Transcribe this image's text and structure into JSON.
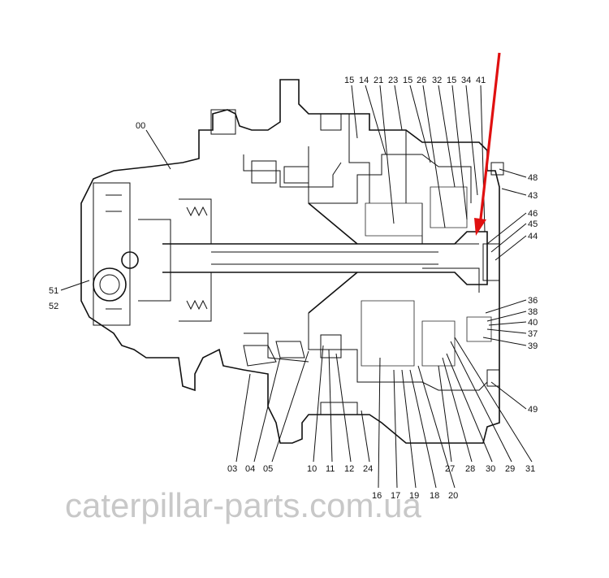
{
  "watermark": "caterpillar-parts.com.ua",
  "callouts": {
    "top": [
      "15",
      "14",
      "21",
      "23",
      "15",
      "26",
      "32",
      "15",
      "34",
      "41"
    ],
    "right": [
      "48",
      "43",
      "46",
      "45",
      "44",
      "36",
      "38",
      "40",
      "37",
      "39",
      "49"
    ],
    "left_top": "00",
    "left_side": [
      "51",
      "52"
    ],
    "bottom_row1": [
      "03",
      "04",
      "05",
      "10",
      "11",
      "12",
      "24",
      "27",
      "28",
      "30",
      "29",
      "31"
    ],
    "bottom_row2": [
      "16",
      "17",
      "19",
      "18",
      "20"
    ]
  },
  "arrow_color": "#e01010"
}
